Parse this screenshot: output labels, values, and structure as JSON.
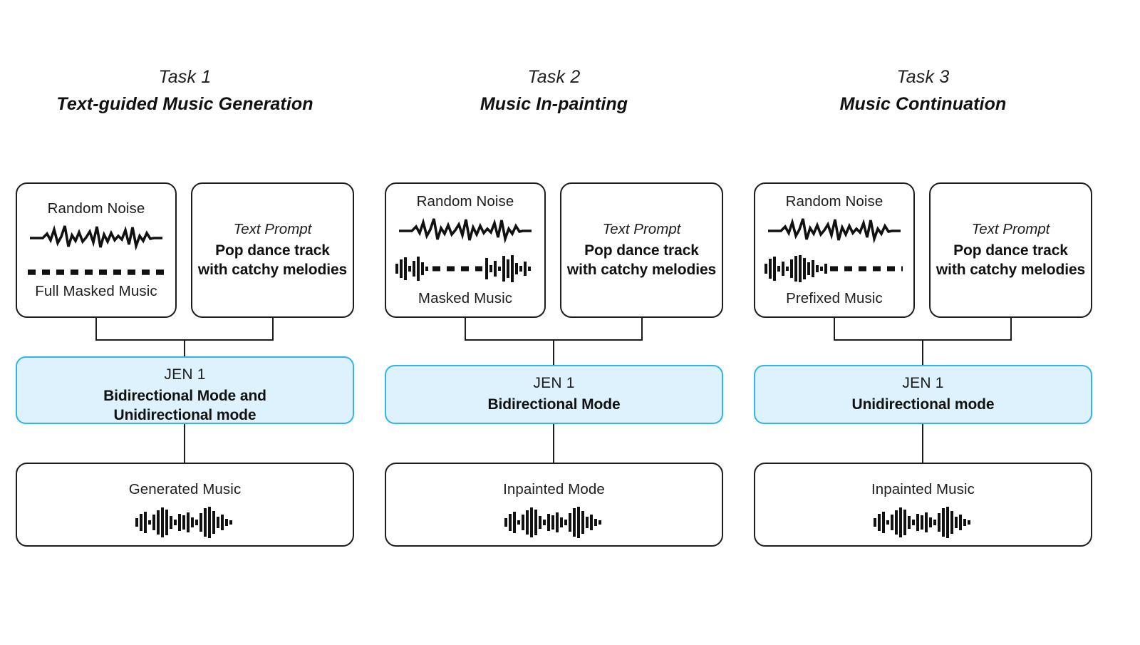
{
  "diagram": {
    "title_hidden": "JEN 1 task pipelines",
    "accent_color": "#35b3e8",
    "accent_fill": "#ddf2fc",
    "line_color": "#1d1d1b"
  },
  "columns": [
    {
      "task_number": "Task 1",
      "task_name": "Text-guided Music Generation",
      "input": {
        "top_label": "Random Noise",
        "bottom_label": "Full Masked Music",
        "noise_icon": "noise-waveform-icon",
        "music_icon": "dashed-masked-line-icon",
        "music_pattern": "all-dashed"
      },
      "prompt": {
        "kicker": "Text Prompt",
        "line1": "Pop dance track",
        "line2": "with catchy melodies"
      },
      "model": {
        "name": "JEN 1",
        "mode_line1": "Bidirectional Mode and",
        "mode_line2": "Unidirectional mode"
      },
      "output": {
        "label": "Generated Music",
        "icon": "audio-bars-icon"
      }
    },
    {
      "task_number": "Task 2",
      "task_name": "Music In-painting",
      "input": {
        "top_label": "Random Noise",
        "bottom_label": "Masked Music",
        "noise_icon": "noise-waveform-icon",
        "music_icon": "bars-dashed-bars-icon",
        "music_pattern": "bars-gap-bars"
      },
      "prompt": {
        "kicker": "Text Prompt",
        "line1": "Pop dance track",
        "line2": "with catchy melodies"
      },
      "model": {
        "name": "JEN 1",
        "mode_line1": "Bidirectional Mode",
        "mode_line2": ""
      },
      "output": {
        "label": "Inpainted Mode",
        "icon": "audio-bars-icon"
      }
    },
    {
      "task_number": "Task 3",
      "task_name": "Music Continuation",
      "input": {
        "top_label": "Random Noise",
        "bottom_label": "Prefixed Music",
        "noise_icon": "noise-waveform-icon",
        "music_icon": "bars-then-dashed-icon",
        "music_pattern": "bars-then-gap"
      },
      "prompt": {
        "kicker": "Text Prompt",
        "line1": "Pop dance track",
        "line2": "with catchy melodies"
      },
      "model": {
        "name": "JEN 1",
        "mode_line1": "Unidirectional mode",
        "mode_line2": ""
      },
      "output": {
        "label": "Inpainted Music",
        "icon": "audio-bars-icon"
      }
    }
  ]
}
